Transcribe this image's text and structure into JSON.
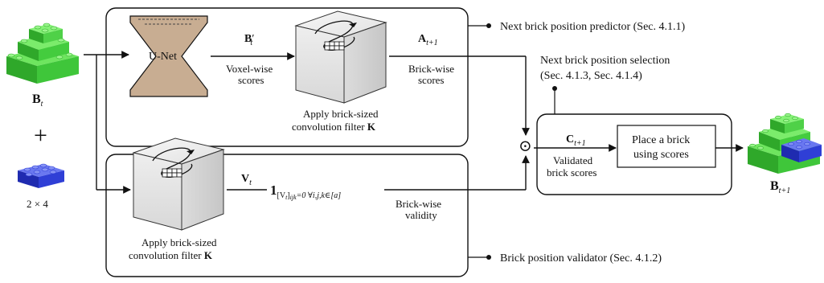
{
  "inputs": {
    "state_label": "B",
    "state_sub": "t",
    "plus": "+",
    "brick_size": "2 × 4"
  },
  "predictor": {
    "unet_label": "U-Net",
    "bprime_label": "B",
    "bprime_prime": "′",
    "bprime_sub": "t",
    "voxel_scores_line1": "Voxel-wise",
    "voxel_scores_line2": "scores",
    "conv_caption_line1": "Apply brick-sized",
    "conv_caption_line2": "convolution filter",
    "conv_caption_K": "K",
    "A_label": "A",
    "A_sub": "t+1",
    "brick_scores_line1": "Brick-wise",
    "brick_scores_line2": "scores",
    "legend": "Next brick position predictor (Sec. 4.1.1)"
  },
  "validator": {
    "V_label": "V",
    "V_sub": "t",
    "indicator_one": "1",
    "indicator_sub": "[V",
    "indicator_sub2": "t",
    "indicator_sub3": "]",
    "indicator_sub4": "ijk",
    "indicator_sub5": "=0 ∀i,j,k∈[a]",
    "validity_line1": "Brick-wise",
    "validity_line2": "validity",
    "conv_caption_line1": "Apply brick-sized",
    "conv_caption_line2": "convolution filter",
    "conv_caption_K": "K",
    "legend": "Brick position validator (Sec. 4.1.2)"
  },
  "selection": {
    "title_line1": "Next brick position selection",
    "title_line2": "(Sec. 4.1.3, Sec. 4.1.4)",
    "odot": "⊙",
    "C_label": "C",
    "C_sub": "t+1",
    "validated_line1": "Validated",
    "validated_line2": "brick scores",
    "place_line1": "Place a brick",
    "place_line2": "using scores"
  },
  "output": {
    "label": "B",
    "sub": "t+1"
  },
  "colors": {
    "lego_green": "#3fc63a",
    "lego_blue": "#2f3fd6",
    "unet_brown": "#c8ad92",
    "cube_gray": "#e6e6e6"
  }
}
